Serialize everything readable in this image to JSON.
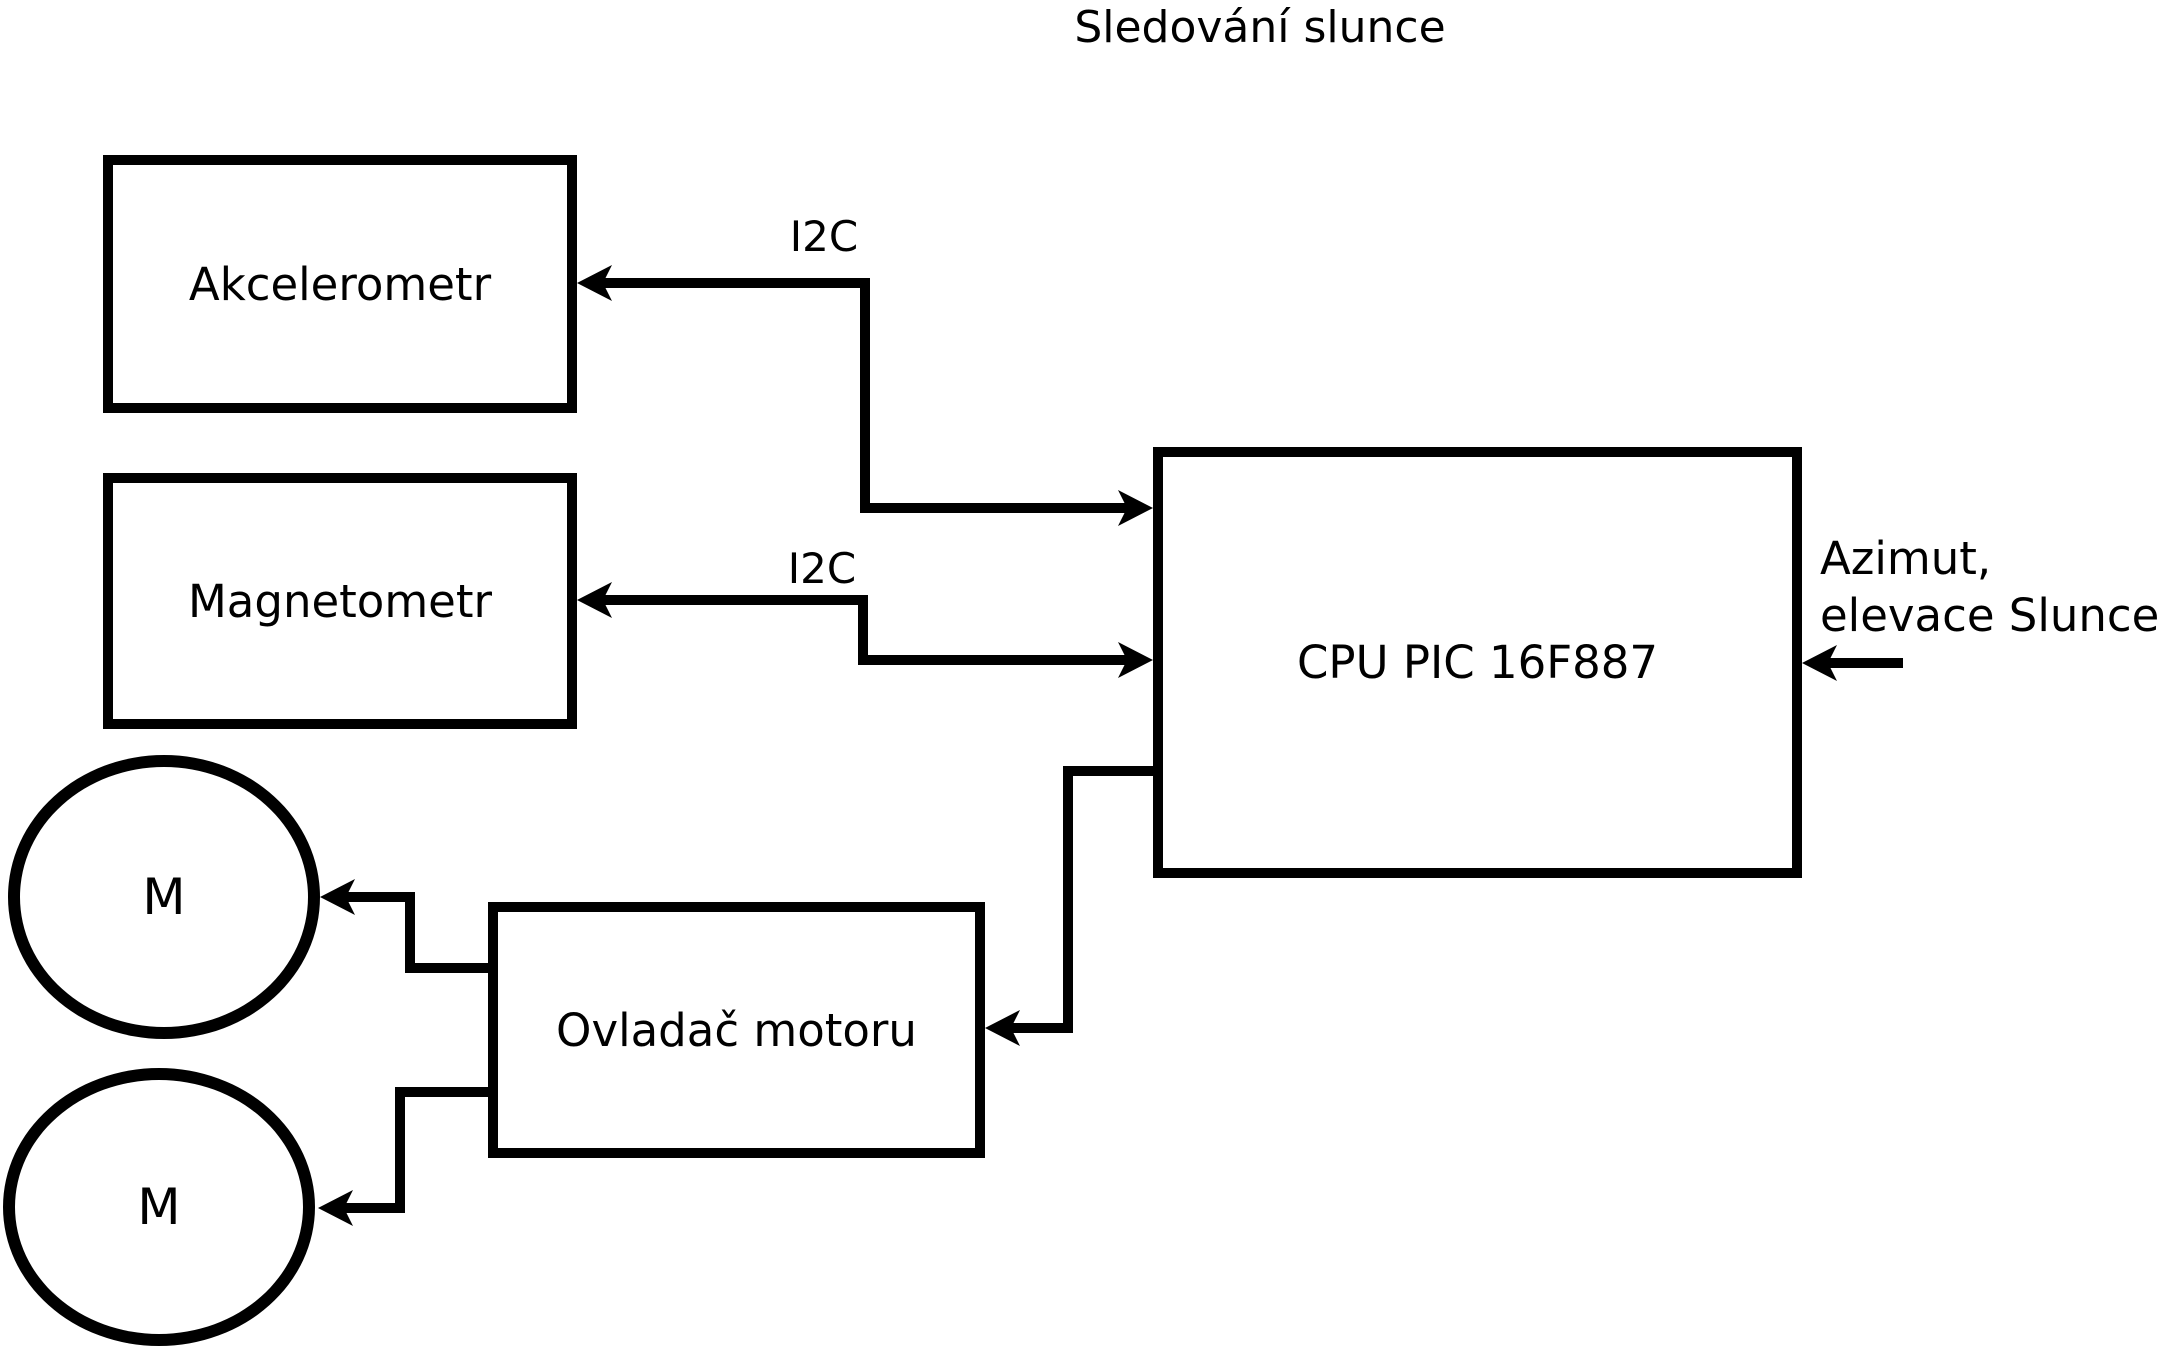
{
  "title": "Sledování slunce",
  "nodes": {
    "akcelerometr": "Akcelerometr",
    "magnetometr": "Magnetometr",
    "cpu": "CPU PIC 16F887",
    "ovladac_motoru": "Ovladač motoru",
    "motor1": "M",
    "motor2": "M"
  },
  "edges": {
    "i2c_akcelerometr": "I2C",
    "i2c_magnetometr": "I2C",
    "azimut_line1": "Azimut,",
    "azimut_line2": "elevace Slunce"
  },
  "colors": {
    "stroke": "#000000",
    "background": "#ffffff"
  }
}
